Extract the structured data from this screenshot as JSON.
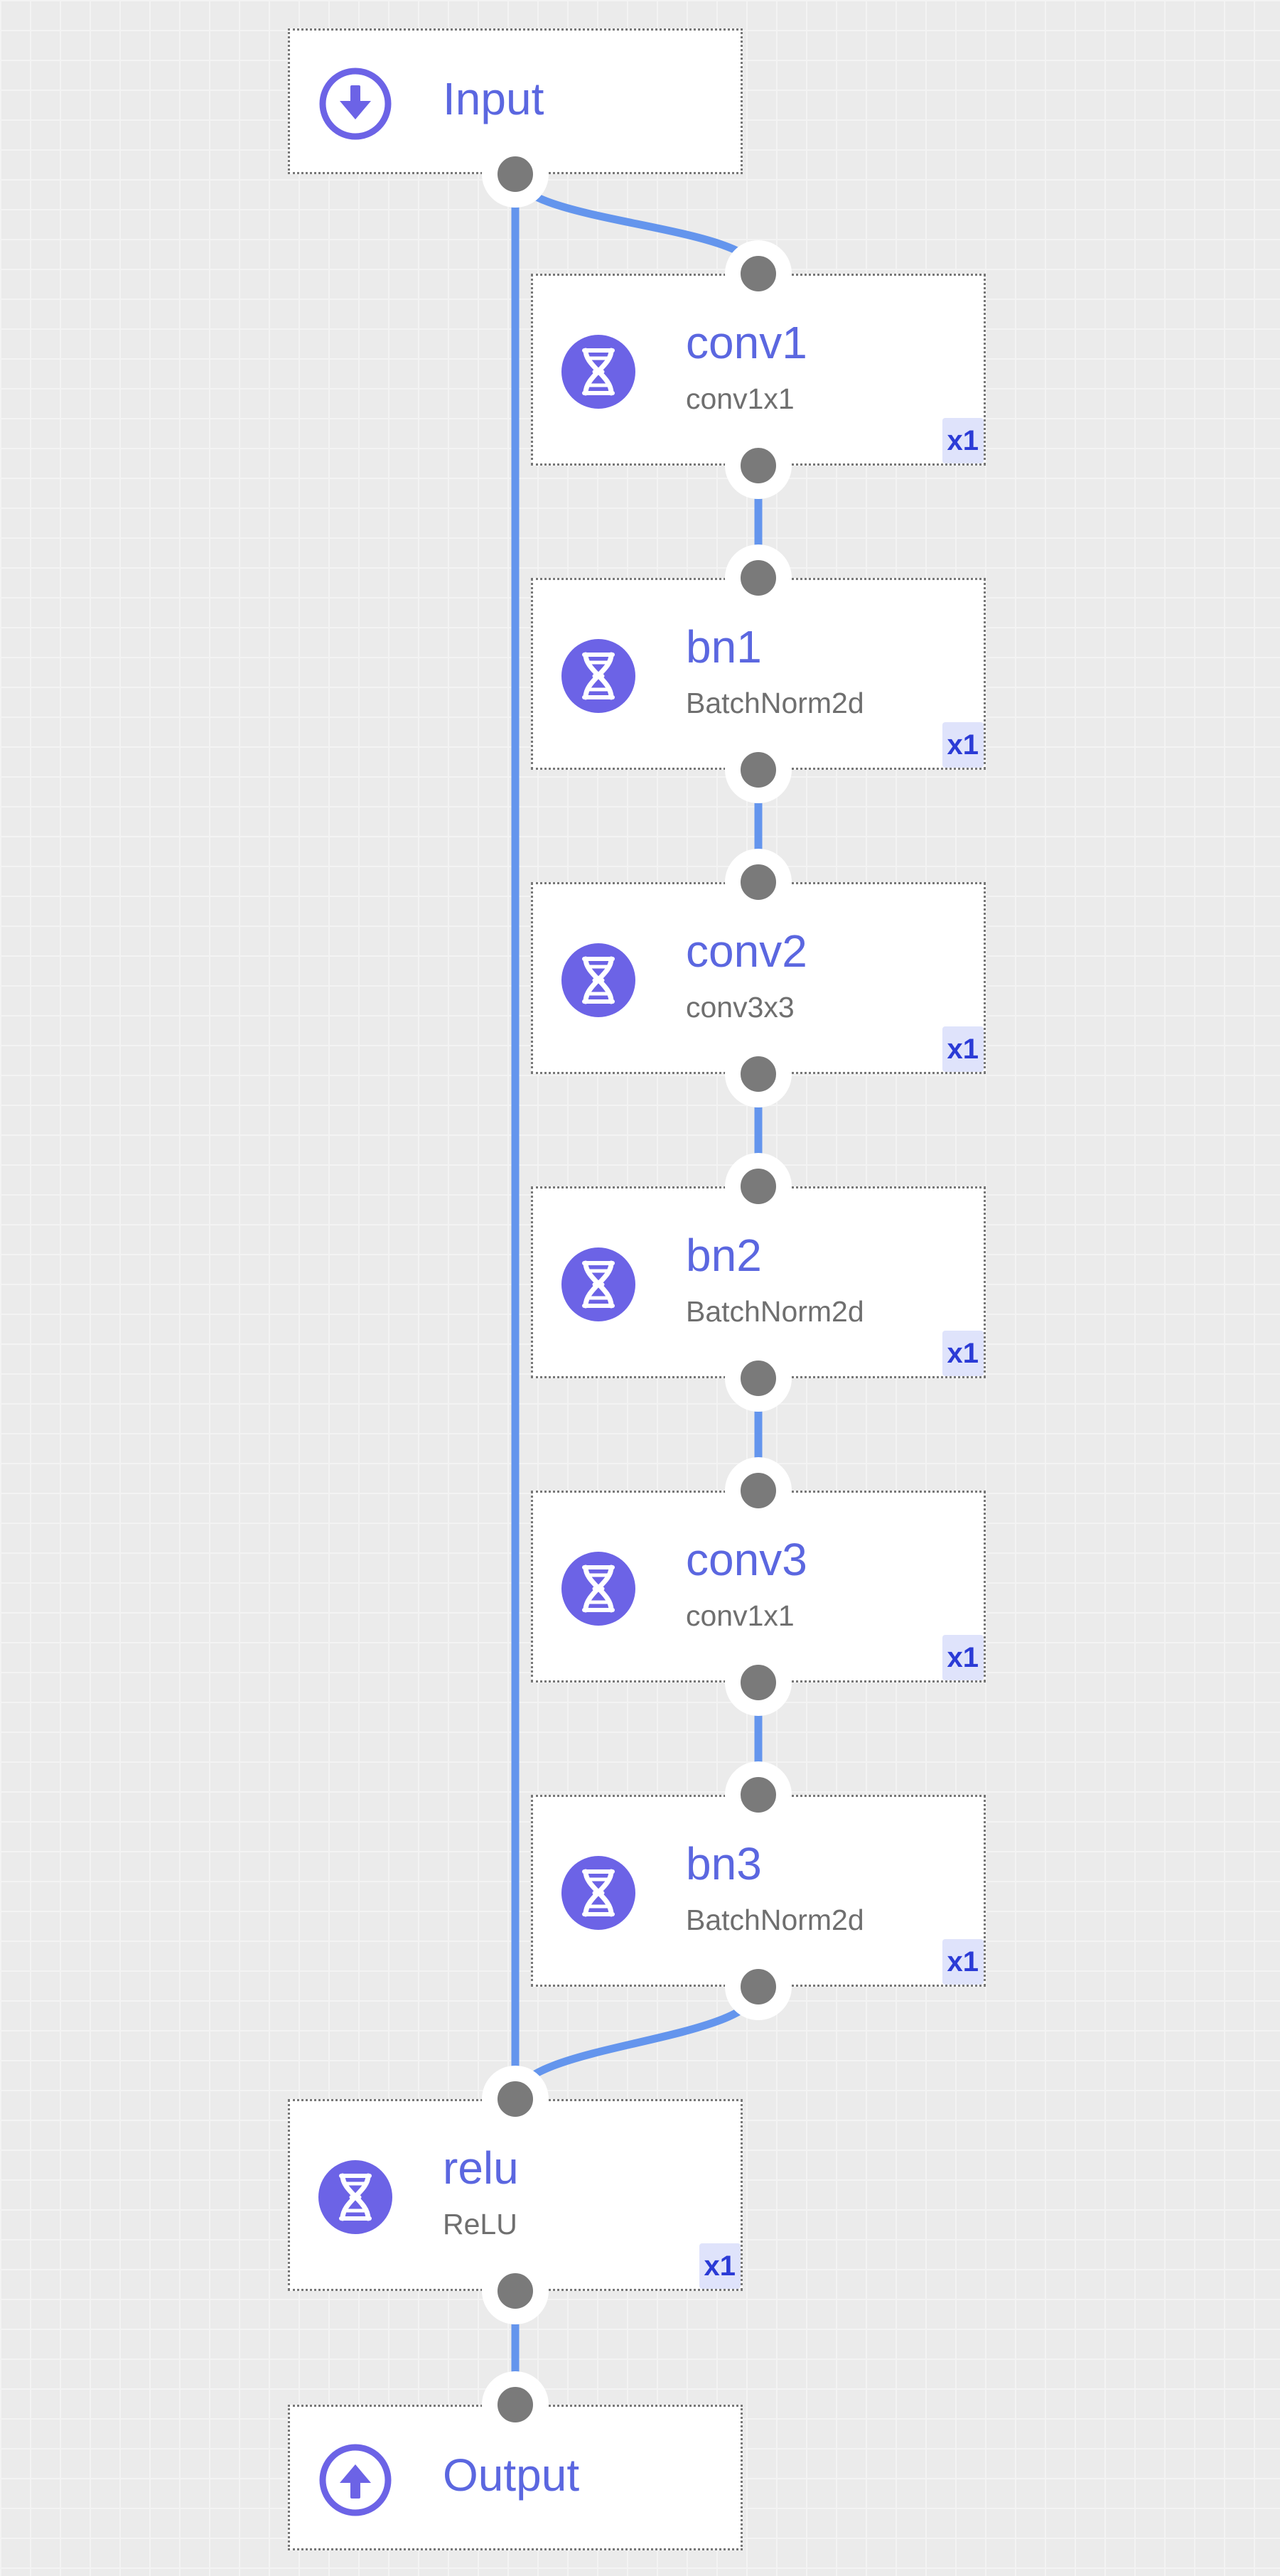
{
  "colors": {
    "edge": "#6495ed",
    "title": "#5b67e0",
    "icon": "#6c63e6",
    "badge_bg": "#dfe3fb",
    "badge_text": "#2b3bd6",
    "port": "#7a7a7a",
    "background": "#ebebeb"
  },
  "nodes": [
    {
      "id": "input",
      "title": "Input",
      "subtitle": "",
      "icon": "arrow-down-circle-icon"
    },
    {
      "id": "conv1",
      "title": "conv1",
      "subtitle": "conv1x1",
      "badge": "x1",
      "icon": "dna-icon"
    },
    {
      "id": "bn1",
      "title": "bn1",
      "subtitle": "BatchNorm2d",
      "badge": "x1",
      "icon": "dna-icon"
    },
    {
      "id": "conv2",
      "title": "conv2",
      "subtitle": "conv3x3",
      "badge": "x1",
      "icon": "dna-icon"
    },
    {
      "id": "bn2",
      "title": "bn2",
      "subtitle": "BatchNorm2d",
      "badge": "x1",
      "icon": "dna-icon"
    },
    {
      "id": "conv3",
      "title": "conv3",
      "subtitle": "conv1x1",
      "badge": "x1",
      "icon": "dna-icon"
    },
    {
      "id": "bn3",
      "title": "bn3",
      "subtitle": "BatchNorm2d",
      "badge": "x1",
      "icon": "dna-icon"
    },
    {
      "id": "relu",
      "title": "relu",
      "subtitle": "ReLU",
      "badge": "x1",
      "icon": "dna-icon"
    },
    {
      "id": "output",
      "title": "Output",
      "subtitle": "",
      "icon": "arrow-up-circle-icon"
    }
  ],
  "edges": [
    {
      "from": "input",
      "to": "conv1"
    },
    {
      "from": "conv1",
      "to": "bn1"
    },
    {
      "from": "bn1",
      "to": "conv2"
    },
    {
      "from": "conv2",
      "to": "bn2"
    },
    {
      "from": "bn2",
      "to": "conv3"
    },
    {
      "from": "conv3",
      "to": "bn3"
    },
    {
      "from": "bn3",
      "to": "relu"
    },
    {
      "from": "input",
      "to": "relu"
    },
    {
      "from": "relu",
      "to": "output"
    }
  ]
}
